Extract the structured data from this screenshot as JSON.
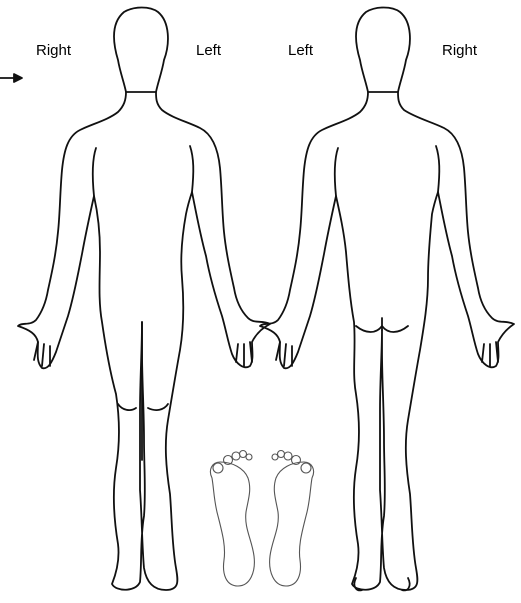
{
  "labels": {
    "front_right": "Right",
    "front_left": "Left",
    "back_left": "Left",
    "back_right": "Right"
  },
  "colors": {
    "outline": "#111111",
    "background": "#ffffff",
    "feet_outline": "#555555"
  }
}
